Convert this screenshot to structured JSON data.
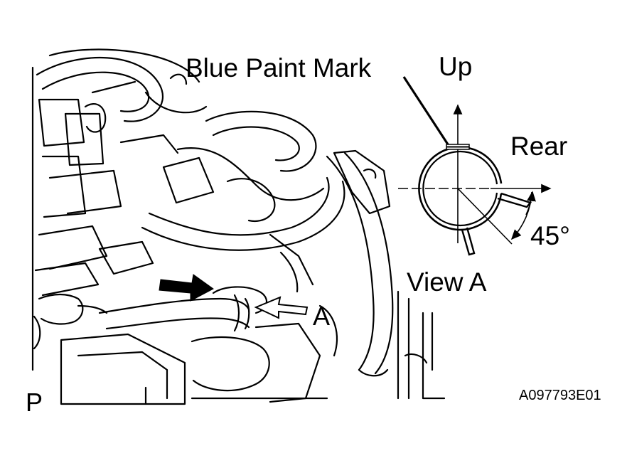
{
  "labels": {
    "blue_paint_mark": "Blue Paint Mark",
    "up": "Up",
    "rear": "Rear",
    "angle": "45°",
    "view_a": "View A",
    "a": "A",
    "p": "P",
    "figure_id": "A097793E01"
  }
}
